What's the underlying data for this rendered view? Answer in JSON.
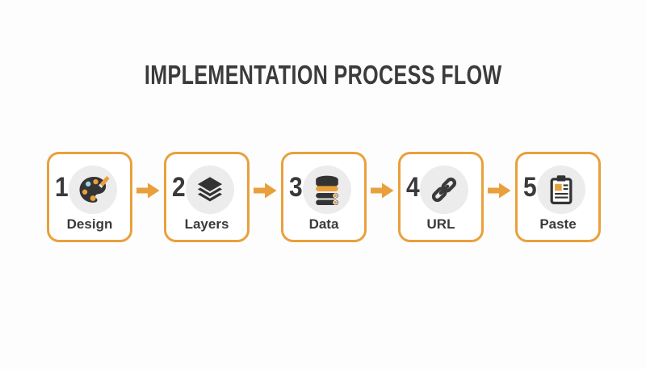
{
  "title": "IMPLEMENTATION PROCESS FLOW",
  "colors": {
    "accent_orange": "#E9A03C",
    "icon_dark": "#3A3A3A",
    "icon_circle_background": "#ECECEC",
    "page_background": "#FDFDFD",
    "box_background": "#FFFFFF",
    "palette_blue_dot": "#9FD4EA"
  },
  "steps": [
    {
      "number": "1",
      "label": "Design",
      "icon": "palette-icon"
    },
    {
      "number": "2",
      "label": "Layers",
      "icon": "layers-icon"
    },
    {
      "number": "3",
      "label": "Data",
      "icon": "database-icon"
    },
    {
      "number": "4",
      "label": "URL",
      "icon": "link-icon"
    },
    {
      "number": "5",
      "label": "Paste",
      "icon": "clipboard-icon"
    }
  ],
  "connector": {
    "icon": "right-arrow-icon"
  }
}
